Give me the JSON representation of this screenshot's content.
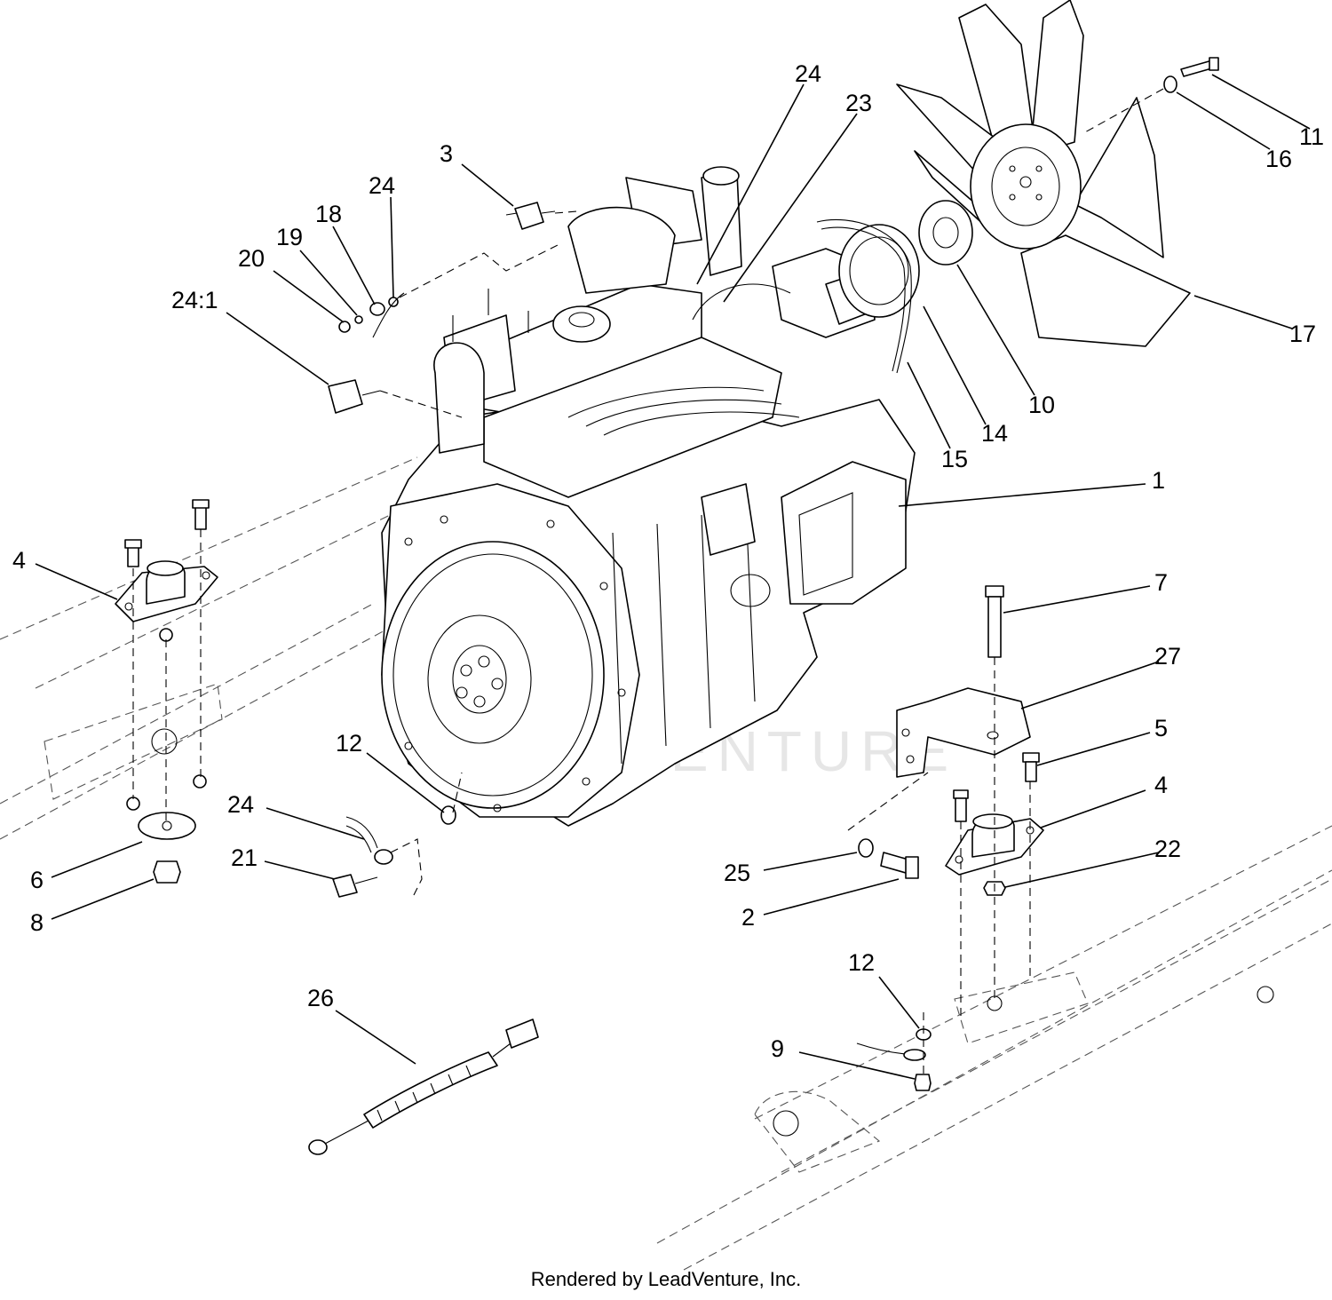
{
  "diagram": {
    "callouts": [
      {
        "id": "c24a",
        "text": "24"
      },
      {
        "id": "c23",
        "text": "23"
      },
      {
        "id": "c3",
        "text": "3"
      },
      {
        "id": "c24b",
        "text": "24"
      },
      {
        "id": "c18",
        "text": "18"
      },
      {
        "id": "c19",
        "text": "19"
      },
      {
        "id": "c20",
        "text": "20"
      },
      {
        "id": "c24_1",
        "text": "24:1"
      },
      {
        "id": "c11",
        "text": "11"
      },
      {
        "id": "c16",
        "text": "16"
      },
      {
        "id": "c17",
        "text": "17"
      },
      {
        "id": "c10",
        "text": "10"
      },
      {
        "id": "c14",
        "text": "14"
      },
      {
        "id": "c15",
        "text": "15"
      },
      {
        "id": "c1",
        "text": "1"
      },
      {
        "id": "c4a",
        "text": "4"
      },
      {
        "id": "c7",
        "text": "7"
      },
      {
        "id": "c27",
        "text": "27"
      },
      {
        "id": "c5",
        "text": "5"
      },
      {
        "id": "c4b",
        "text": "4"
      },
      {
        "id": "c22",
        "text": "22"
      },
      {
        "id": "c12a",
        "text": "12"
      },
      {
        "id": "c24c",
        "text": "24"
      },
      {
        "id": "c21",
        "text": "21"
      },
      {
        "id": "c6",
        "text": "6"
      },
      {
        "id": "c8",
        "text": "8"
      },
      {
        "id": "c25",
        "text": "25"
      },
      {
        "id": "c2",
        "text": "2"
      },
      {
        "id": "c26",
        "text": "26"
      },
      {
        "id": "c12b",
        "text": "12"
      },
      {
        "id": "c9",
        "text": "9"
      }
    ],
    "watermark": "LEADVENTURE"
  },
  "footer": {
    "text": "Rendered by LeadVenture, Inc."
  }
}
